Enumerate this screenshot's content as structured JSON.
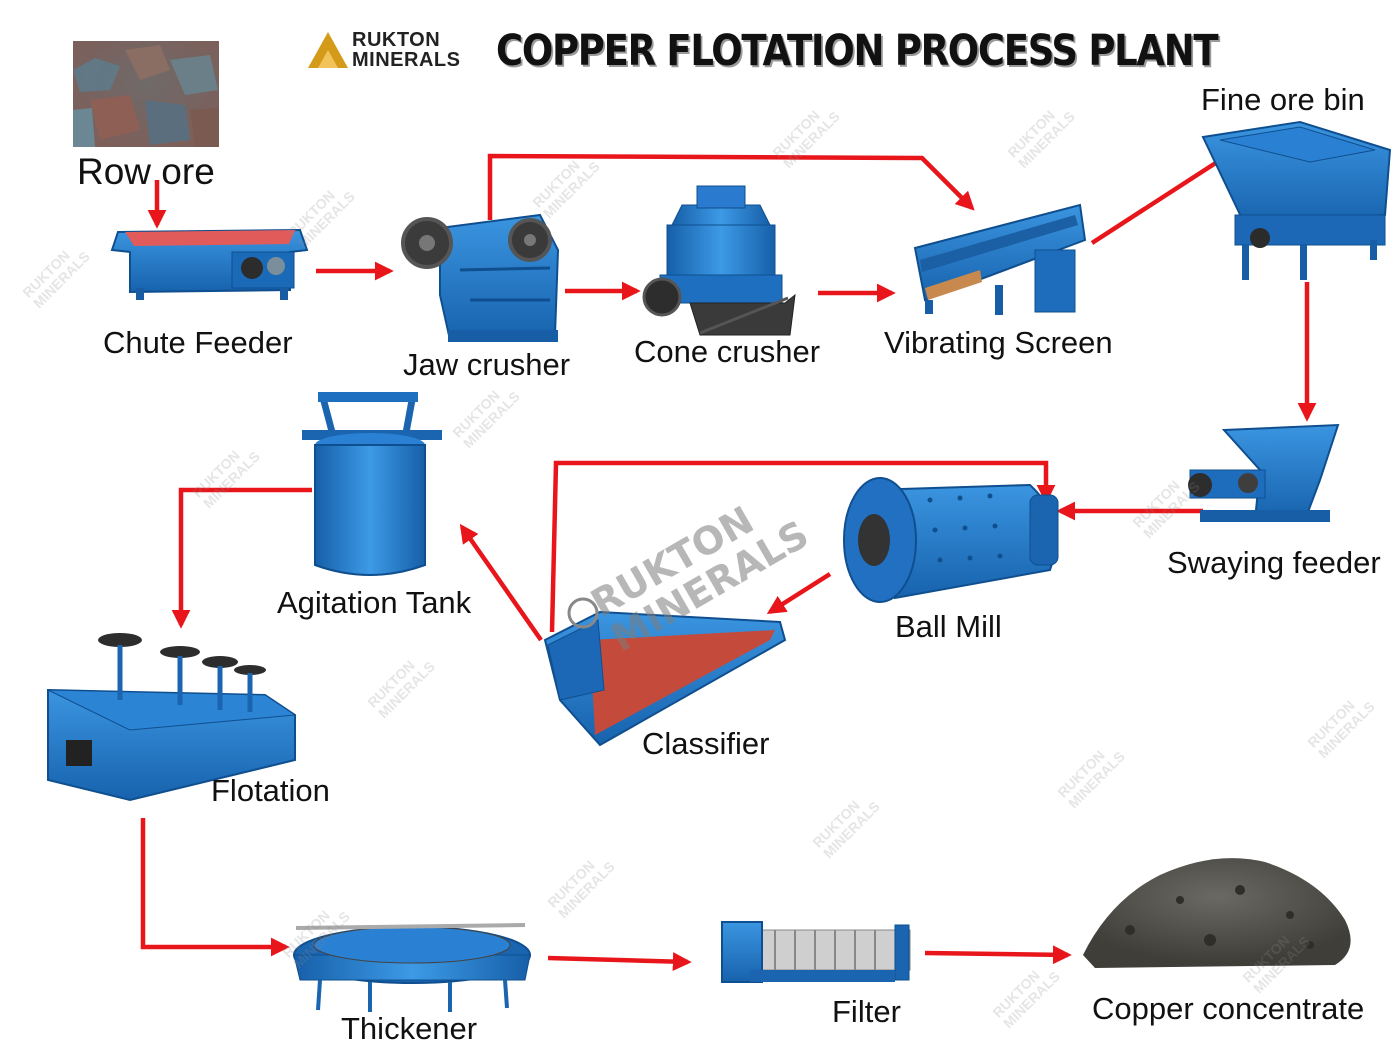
{
  "title": "COPPER FLOTATION PROCESS PLANT",
  "logo": {
    "line1": "RUKTON",
    "line2": "MINERALS"
  },
  "watermark": {
    "line1": "RUKTON",
    "line2": "MINERALS"
  },
  "colors": {
    "equipment_blue": "#1f78c8",
    "arrow_red": "#e8161b",
    "ore": "#7a6a66",
    "concentrate": "#56554f",
    "logo_gold": "#d49a1a"
  },
  "nodes": {
    "raw_ore": "Row ore",
    "chute_feeder": "Chute Feeder",
    "jaw_crusher": "Jaw crusher",
    "cone_crusher": "Cone crusher",
    "vibrating_screen": "Vibrating Screen",
    "fine_ore_bin": "Fine ore bin",
    "swaying_feeder": "Swaying feeder",
    "ball_mill": "Ball Mill",
    "classifier": "Classifier",
    "agitation_tank": "Agitation Tank",
    "flotation": "Flotation",
    "thickener": "Thickener",
    "filter": "Filter",
    "copper_concentrate": "Copper concentrate"
  },
  "flows": [
    {
      "from": "raw_ore",
      "to": "chute_feeder"
    },
    {
      "from": "chute_feeder",
      "to": "jaw_crusher"
    },
    {
      "from": "jaw_crusher",
      "to": "cone_crusher"
    },
    {
      "from": "jaw_crusher",
      "to": "vibrating_screen"
    },
    {
      "from": "cone_crusher",
      "to": "vibrating_screen"
    },
    {
      "from": "vibrating_screen",
      "to": "fine_ore_bin"
    },
    {
      "from": "fine_ore_bin",
      "to": "swaying_feeder"
    },
    {
      "from": "swaying_feeder",
      "to": "ball_mill"
    },
    {
      "from": "ball_mill",
      "to": "classifier"
    },
    {
      "from": "classifier",
      "to": "ball_mill"
    },
    {
      "from": "classifier",
      "to": "agitation_tank"
    },
    {
      "from": "agitation_tank",
      "to": "flotation"
    },
    {
      "from": "flotation",
      "to": "thickener"
    },
    {
      "from": "thickener",
      "to": "filter"
    },
    {
      "from": "filter",
      "to": "copper_concentrate"
    }
  ]
}
